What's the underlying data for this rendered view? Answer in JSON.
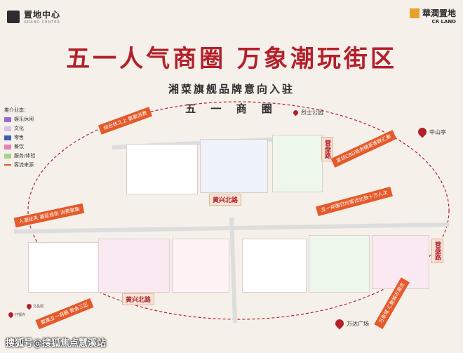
{
  "header": {
    "left_logo_name": "置地中心",
    "left_logo_sub": "GRAND CENTER",
    "right_logo_name": "華潤置地",
    "right_logo_en": "CR LAND"
  },
  "title": "五一人气商圈    万象潮玩街区",
  "subtitle": "湘菜旗舰品牌意向入驻",
  "district_label": "五 一 商 圈",
  "legend": {
    "head": "推介业态：",
    "items": [
      {
        "label": "娱乐休闲",
        "color": "#9b6ad1"
      },
      {
        "label": "文化",
        "color": "#d8c3ea"
      },
      {
        "label": "零售",
        "color": "#3a5fb8"
      },
      {
        "label": "餐饮",
        "color": "#e87fb4"
      },
      {
        "label": "服务/体验",
        "color": "#a7d08a"
      }
    ],
    "flow_label": "客流来源"
  },
  "banners": {
    "top_left": "综合体之上 集聚消费",
    "right_top": "紧邻CBD商务精英客群汇聚",
    "right_mid": "五一商圈日均客流达数十万人次",
    "left_mid": "人潮往来 蔓延成街 消费聚集",
    "bottom_left": "聚集五一商圈 黄金三区",
    "bottom_right": "万象城 汇聚城市潮流"
  },
  "streets": {
    "huangxing_top": "黄兴北路",
    "huangxing_bottom": "黄兴北路",
    "yingpan_top": "营盘路",
    "yingpan_bottom": "营盘路"
  },
  "pois": {
    "lieshi": "烈士公园",
    "zhongshan": "中山亭",
    "wanda": "万达广场",
    "kaifu": "开福寺",
    "wenchang": "文昌阁"
  },
  "watermark": "搜狐号@搜狐焦点慧溪站"
}
